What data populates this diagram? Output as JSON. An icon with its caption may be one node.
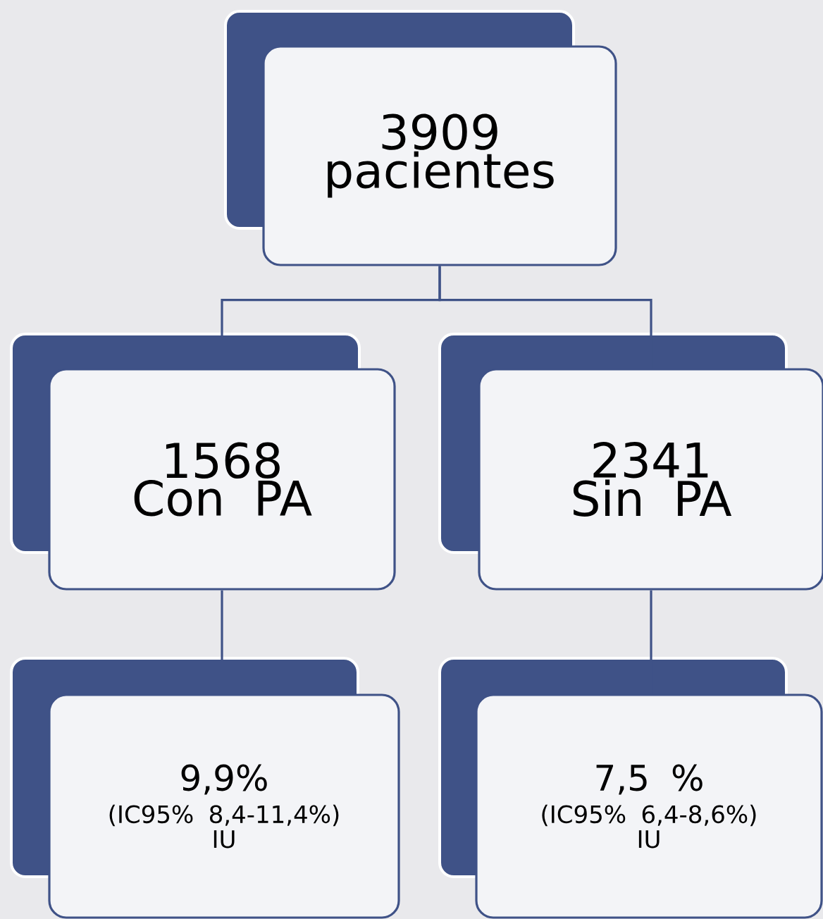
{
  "diagram": {
    "nodes": [
      {
        "text": [
          "3909 pacientes"
        ]
      },
      {
        "text": [
          "1568 Con PA"
        ]
      },
      {
        "text": [
          "2341 Sin PA"
        ]
      },
      {
        "text": [
          "9,9%",
          "(IC95% 8,4-11,4%)",
          "IU"
        ]
      },
      {
        "text": [
          "7,5 %",
          "(IC95% 6,4-8,6%)",
          "IU"
        ]
      }
    ],
    "edges": [
      {
        "from": 0,
        "to": 1,
        "arrow": "none"
      },
      {
        "from": 0,
        "to": 2,
        "arrow": "none"
      },
      {
        "from": 1,
        "to": 3,
        "arrow": "none"
      },
      {
        "from": 2,
        "to": 4,
        "arrow": "none"
      }
    ]
  }
}
